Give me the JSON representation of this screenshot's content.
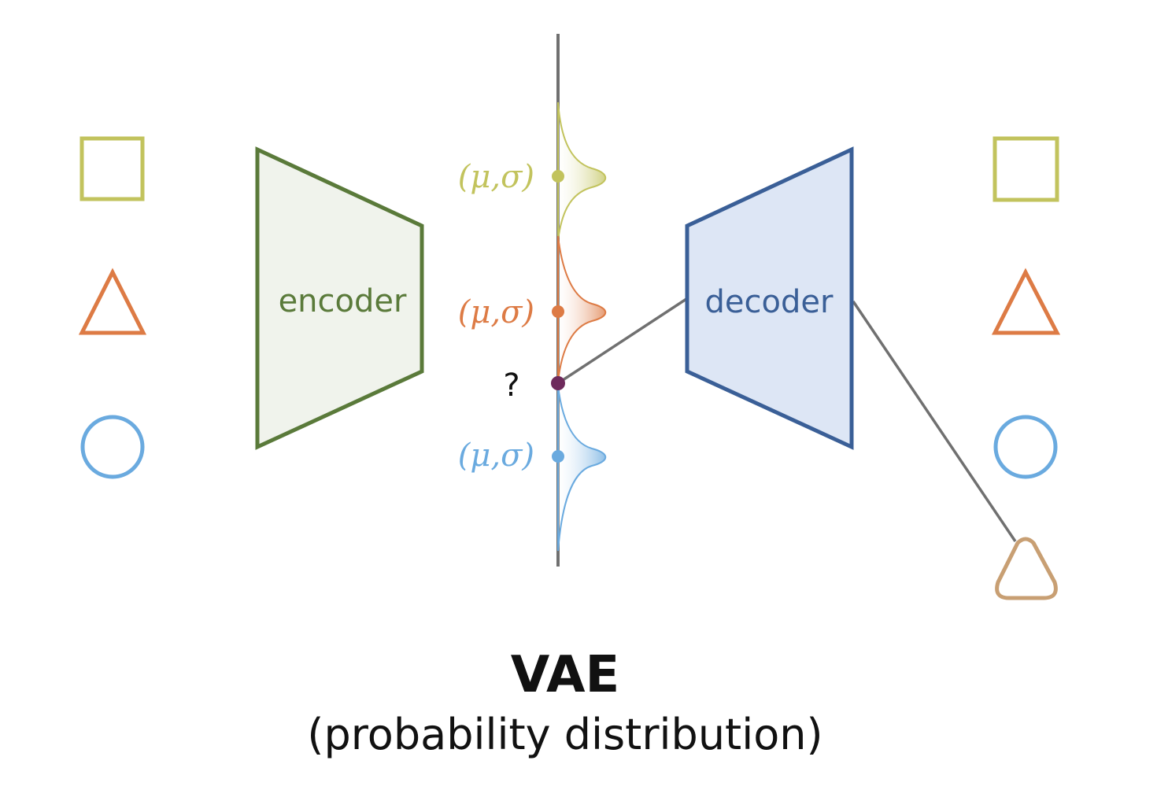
{
  "colors": {
    "olive": "#c2c35d",
    "orange": "#dd7b45",
    "blue": "#6aaadf",
    "encoder_stroke": "#5a7a3a",
    "encoder_fill": "#f0f3ec",
    "decoder_stroke": "#3a5f97",
    "decoder_fill": "#dde6f5",
    "axis": "#707070",
    "query_point": "#6e2a5c",
    "generated_shape": "#c89f73"
  },
  "inputs": [
    {
      "shape": "square",
      "color": "olive"
    },
    {
      "shape": "triangle",
      "color": "orange"
    },
    {
      "shape": "circle",
      "color": "blue"
    }
  ],
  "outputs": [
    {
      "shape": "square",
      "color": "olive"
    },
    {
      "shape": "triangle",
      "color": "orange"
    },
    {
      "shape": "circle",
      "color": "blue"
    }
  ],
  "generated_output": {
    "shape": "rounded-triangle",
    "color": "generated_shape"
  },
  "encoder": {
    "label": "encoder"
  },
  "decoder": {
    "label": "decoder"
  },
  "latent": {
    "distributions": [
      {
        "label": "(μ,σ)",
        "color": "olive"
      },
      {
        "label": "(μ,σ)",
        "color": "orange"
      },
      {
        "label": "(μ,σ)",
        "color": "blue"
      }
    ],
    "query_label": "?"
  },
  "caption": {
    "title": "VAE",
    "subtitle": "(probability distribution)"
  }
}
